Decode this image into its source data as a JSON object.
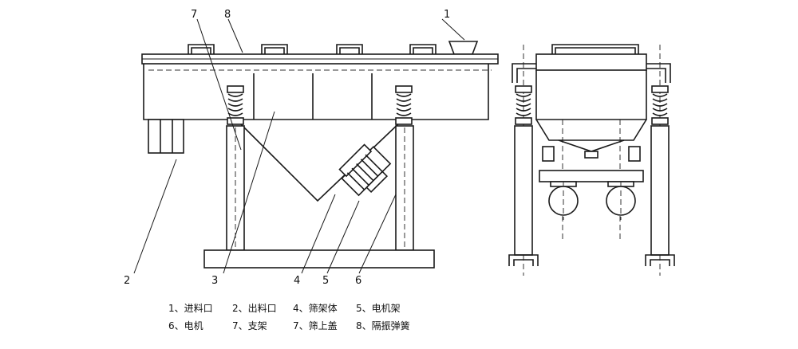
{
  "callouts": {
    "n1": "1",
    "n2": "2",
    "n3": "3",
    "n4": "4",
    "n5": "5",
    "n6": "6",
    "n7": "7",
    "n8": "8"
  },
  "legend": {
    "row1": [
      "1、进料口",
      "2、出料口",
      "4、筛架体",
      "5、电机架"
    ],
    "row2": [
      "6、电机",
      "7、支架",
      "7、筛上盖",
      "8、隔振弹簧"
    ]
  }
}
